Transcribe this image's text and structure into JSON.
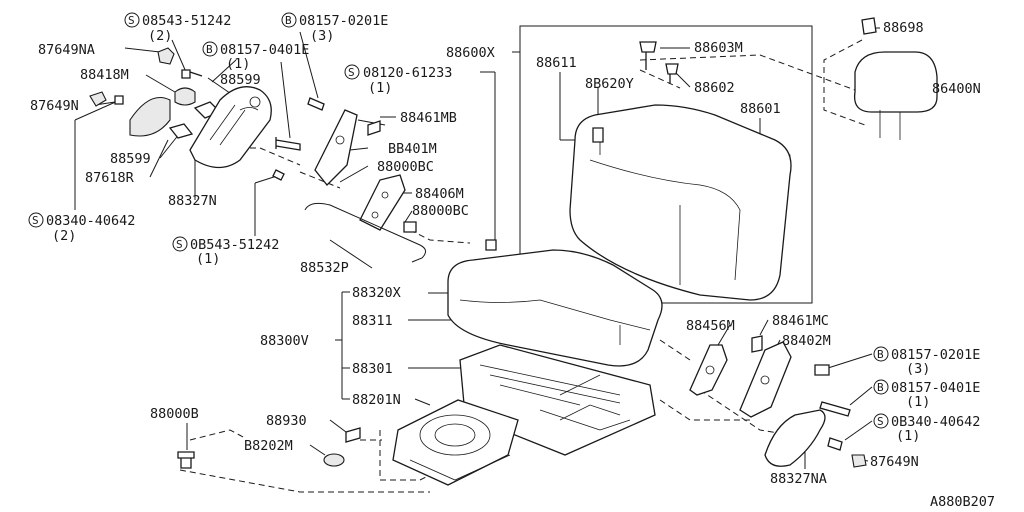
{
  "diagram": {
    "code": "A880B207",
    "labels": {
      "s_08543_51242_top": "08543-51242",
      "s_08543_51242_top_qty": "(2)",
      "b_08157_0201e_top": "08157-0201E",
      "b_08157_0201e_top_qty": "(3)",
      "n87649na": "87649NA",
      "b_08157_0401e_top": "08157-0401E",
      "b_08157_0401e_top_qty": "(1)",
      "n88418m": "88418M",
      "n88599_top": "88599",
      "n87649n_left": "87649N",
      "s_08120_61233": "08120-61233",
      "s_08120_61233_qty": "(1)",
      "n88461mb": "88461MB",
      "n88401m": "BB401M",
      "n88599_bottom": "88599",
      "n87618r": "87618R",
      "n88000bc_1": "88000BC",
      "n88327n": "88327N",
      "n88406m": "88406M",
      "n88000bc_2": "88000BC",
      "s_08340_40642_left": "08340-40642",
      "s_08340_40642_left_qty": "(2)",
      "s_08543_51242_bottom": "0B543-51242",
      "s_08543_51242_bottom_qty": "(1)",
      "n88532p": "88532P",
      "n88600x": "88600X",
      "n88611": "88611",
      "n88620y": "8B620Y",
      "n88603m": "88603M",
      "n88602": "88602",
      "n88601": "88601",
      "n88698": "88698",
      "n86400n": "86400N",
      "n88320x": "88320X",
      "n88311": "88311",
      "n88300v": "88300V",
      "n88301": "88301",
      "n88201n": "88201N",
      "n88000b": "88000B",
      "n88930": "88930",
      "n88202m": "B8202M",
      "n88456m": "88456M",
      "n88461mc": "88461MC",
      "n88402m": "88402M",
      "b_08157_0201e_right": "08157-0201E",
      "b_08157_0201e_right_qty": "(3)",
      "b_08157_0401e_right": "08157-0401E",
      "b_08157_0401e_right_qty": "(1)",
      "s_08340_40642_right": "0B340-40642",
      "s_08340_40642_right_qty": "(1)",
      "n87649n_right": "87649N",
      "n88327na": "88327NA",
      "prefix_s": "S",
      "prefix_b": "B"
    }
  }
}
